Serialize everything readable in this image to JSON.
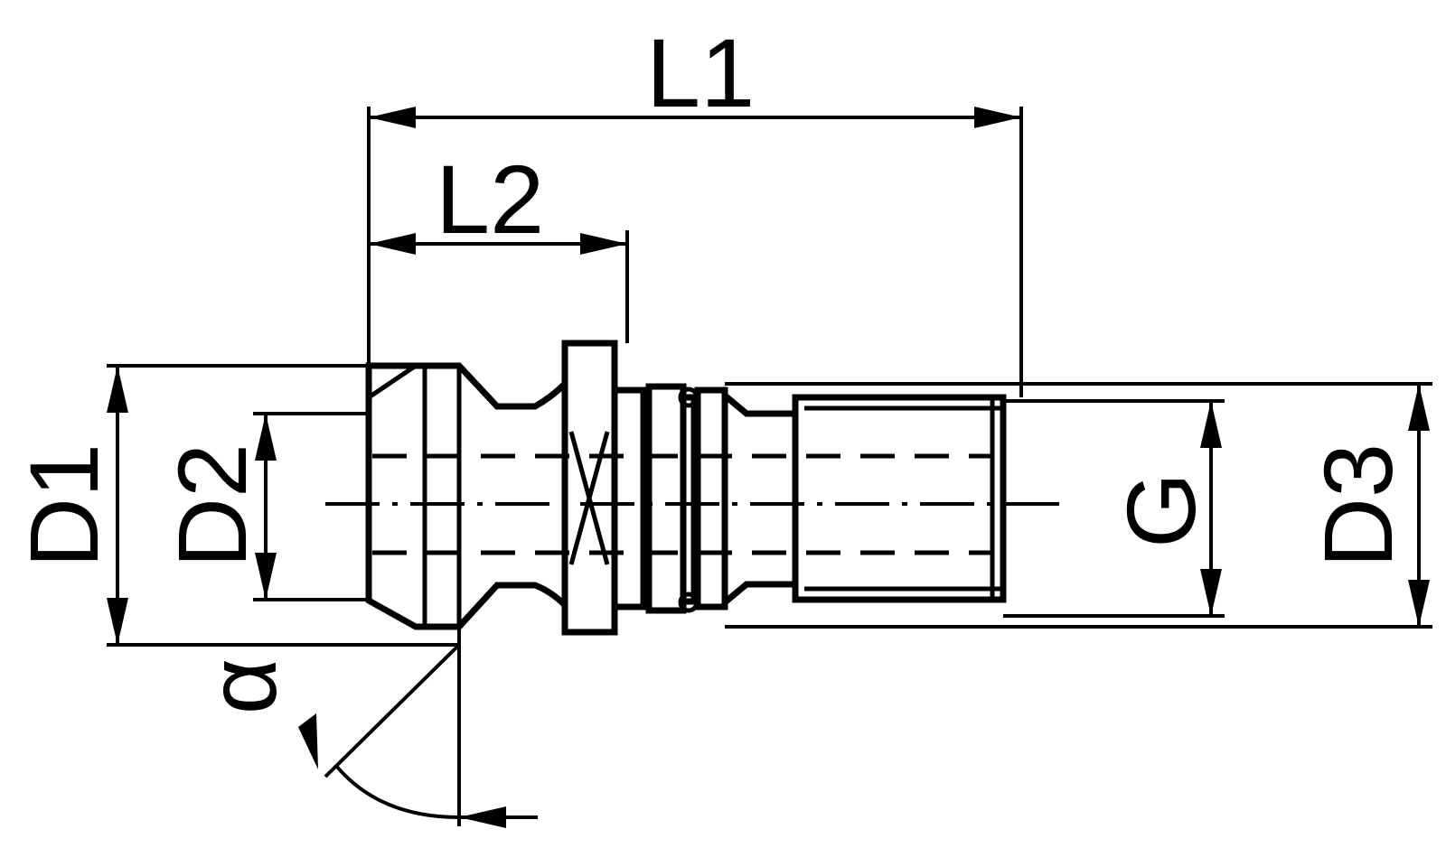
{
  "labels": {
    "l1": "L1",
    "l2": "L2",
    "d1": "D1",
    "d2": "D2",
    "d3": "D3",
    "g": "G",
    "alpha": "α"
  }
}
